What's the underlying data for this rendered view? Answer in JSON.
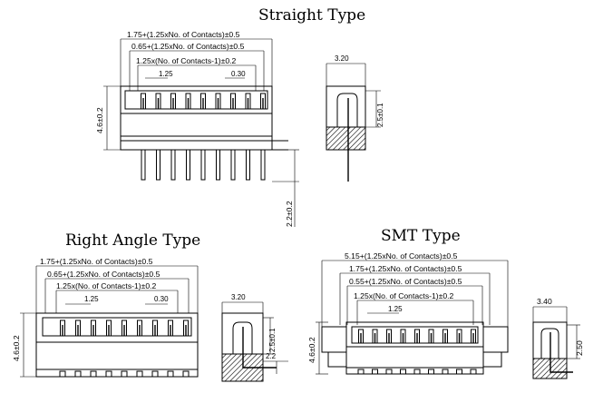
{
  "straight": {
    "title": "Straight Type",
    "dim_overall": "1.75+(1.25xNo. of Contacts)±0.5",
    "dim_inner": "0.65+(1.25xNo. of Contacts)±0.5",
    "dim_pitch_span": "1.25x(No. of Contacts-1)±0.2",
    "dim_pitch": "1.25",
    "dim_pin": "0.30",
    "dim_height": "4.6±0.2",
    "dim_depth": "3.20",
    "dim_cavity": "2.5±0.1",
    "dim_pin_len": "2.2±0.2"
  },
  "right_angle": {
    "title": "Right Angle Type",
    "dim_overall": "1.75+(1.25xNo. of Contacts)±0.5",
    "dim_inner": "0.65+(1.25xNo. of Contacts)±0.5",
    "dim_pitch_span": "1.25x(No. of Contacts-1)±0.2",
    "dim_pitch": "1.25",
    "dim_pin": "0.30",
    "dim_height": "4.6±0.2",
    "dim_depth": "3.20",
    "dim_cavity": "2.5±0.1",
    "dim_pin_len": "2.2"
  },
  "smt": {
    "title": "SMT Type",
    "dim_outer": "5.15+(1.25xNo. of Contacts)±0.5",
    "dim_overall": "1.75+(1.25xNo. of Contacts)±0.5",
    "dim_inner": "0.55+(1.25xNo. of Contacts)±0.5",
    "dim_pitch_span": "1.25x(No. of Contacts-1)±0.2",
    "dim_pitch": "1.25",
    "dim_height": "4.6±0.2",
    "dim_depth": "3.40",
    "dim_cavity": "2.50"
  }
}
